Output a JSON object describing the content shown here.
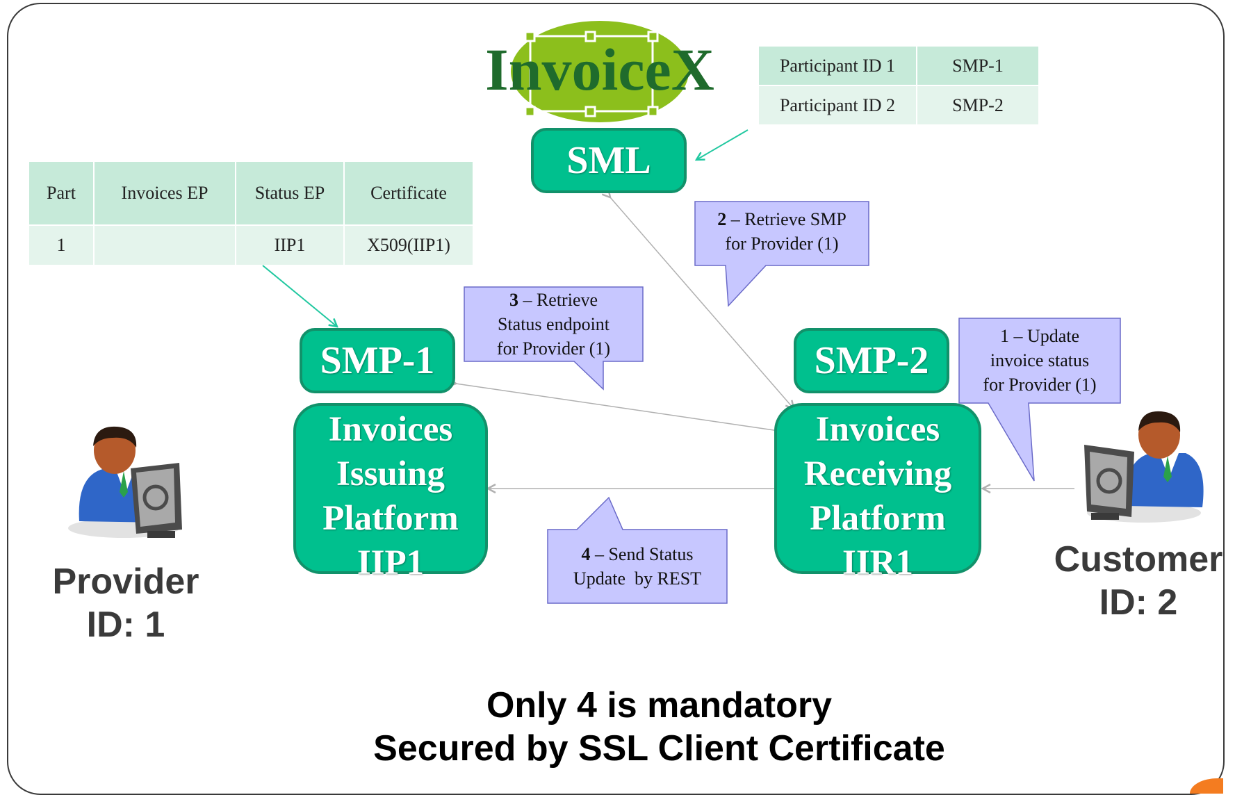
{
  "logo": {
    "text": "InvoiceX"
  },
  "sml_table": {
    "rows": [
      {
        "participant": "Participant ID 1",
        "smp": "SMP-1"
      },
      {
        "participant": "Participant ID 2",
        "smp": "SMP-2"
      }
    ]
  },
  "smp_table": {
    "headers": [
      "Part",
      "Invoices EP",
      "Status EP",
      "Certificate"
    ],
    "row": [
      "1",
      "",
      "IIP1",
      "X509(IIP1)"
    ]
  },
  "nodes": {
    "sml": "SML",
    "smp1": "SMP-1",
    "smp2": "SMP-2",
    "iip": [
      "Invoices",
      "Issuing",
      "Platform",
      "IIP1"
    ],
    "iir": [
      "Invoices",
      "Receiving",
      "Platform",
      "IIR1"
    ]
  },
  "callouts": {
    "step1": {
      "num": "1",
      "lines": [
        "– Update",
        "invoice status",
        "for Provider (1)"
      ]
    },
    "step2": {
      "num": "2",
      "lines": [
        "– Retrieve SMP",
        "for Provider (1)"
      ]
    },
    "step3": {
      "num": "3",
      "lines": [
        "– Retrieve",
        "Status endpoint",
        "for Provider (1)"
      ]
    },
    "step4": {
      "num": "4",
      "lines": [
        "– Send Status",
        "Update  by REST"
      ]
    }
  },
  "actors": {
    "provider": [
      "Provider",
      "ID: 1"
    ],
    "customer": [
      "Customer",
      "ID: 2"
    ]
  },
  "footer": {
    "line1": "Only 4 is mandatory",
    "line2": "Secured by SSL Client Certificate"
  },
  "colors": {
    "node_fill": "#00c08e",
    "node_border": "#12916a",
    "callout_fill": "#c7c7ff",
    "table_header": "#c6ead9",
    "table_row": "#e4f4ec",
    "logo_ellipse": "#8cbf1c",
    "logo_text": "#1f6b2c"
  },
  "icons": [
    "person-computer-icon",
    "person-computer-icon"
  ]
}
